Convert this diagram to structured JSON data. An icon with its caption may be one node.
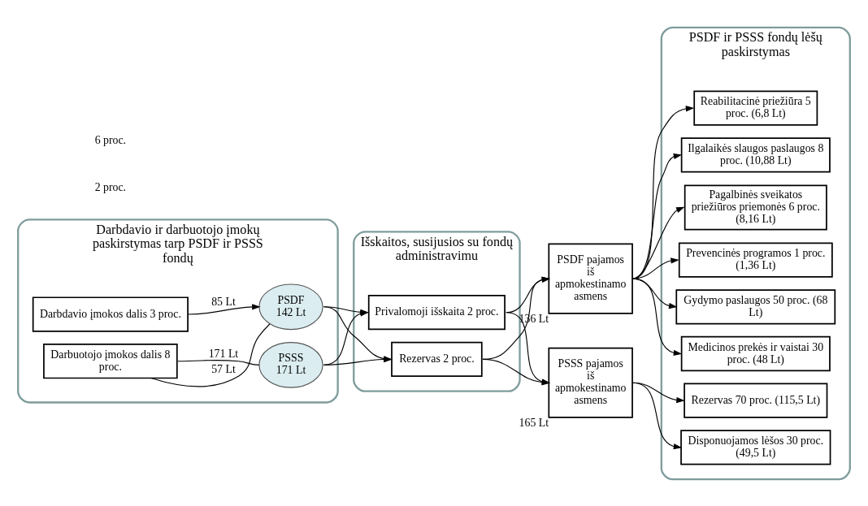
{
  "diagram": {
    "nodes": [
      {
        "text": [
          "Darbdavio ir darbuotojo įmokų paskirstymas tarp PSDF ir PSSS fondų"
        ]
      },
      {
        "text": [
          "Darbdavio įmokos dalis 3 proc."
        ],
        "in": 0
      },
      {
        "text": [
          "PSDF",
          "142 Lt"
        ],
        "in": 0
      },
      {
        "text": [
          "Darbuotojo įmokos dalis 8 proc."
        ],
        "in": 0
      },
      {
        "text": [
          "PSSS",
          "171 Lt"
        ],
        "in": 0
      },
      {
        "text": [
          "Išskaitos, susijusios su fondų administravimu"
        ]
      },
      {
        "text": [
          "Privalomoji išskaita 2 proc."
        ],
        "in": 5
      },
      {
        "text": [
          "Rezervas 2 proc."
        ],
        "in": 5
      },
      {
        "text": [
          "PSDF pajamos iš apmokestinamo asmens"
        ],
        "beside": [
          "136 Lt"
        ]
      },
      {
        "text": [
          "PSSS pajamos iš apmokestinamo asmens"
        ],
        "beside": [
          "165 Lt"
        ]
      },
      {
        "text": [
          "PSDF ir PSSS fondų lėšų paskirstymas"
        ]
      },
      {
        "text": [
          "Gydymo paslaugos 50 proc. (68 Lt)"
        ],
        "in": 10
      },
      {
        "text": [
          "Medicinos prekės ir vaistai 30 proc. (48 Lt)"
        ],
        "in": 10
      },
      {
        "text": [
          "Reabilitacinė priežiūra 5 proc. (6,8 Lt)"
        ],
        "in": 10
      },
      {
        "text": [
          "Ilgalaikės slaugos paslaugos 8 proc. (10,88 Lt)"
        ],
        "in": 10
      },
      {
        "text": [
          "Pagalbinės sveikatos priežiūros priemonės 6 proc. (8,16 Lt)"
        ],
        "in": 10
      },
      {
        "text": [
          "Prevencinės programos 1 proc. (1,36 Lt)"
        ],
        "in": 10
      },
      {
        "text": [
          "Rezervas 70 proc. (115,5 Lt)"
        ],
        "in": 10
      },
      {
        "text": [
          "Disponuojamos lėšos 30 proc. (49,5 Lt)"
        ],
        "in": 10
      }
    ],
    "edges": [
      {
        "from": 1,
        "to": 2,
        "arrow": "to",
        "label": "85 Lt"
      },
      {
        "from": 2,
        "to": 3,
        "arrow": "none",
        "label": "57 Lt"
      },
      {
        "from": 3,
        "to": 4,
        "arrow": "none",
        "label": "171 Lt"
      },
      {
        "from": 2,
        "to": 6,
        "arrow": "to"
      },
      {
        "from": 2,
        "to": 7,
        "arrow": "to"
      },
      {
        "from": 4,
        "to": 6,
        "arrow": "to"
      },
      {
        "from": 4,
        "to": 7,
        "arrow": "to"
      },
      {
        "from": 6,
        "to": 8,
        "arrow": "to"
      },
      {
        "from": 7,
        "to": 8,
        "arrow": "to"
      },
      {
        "from": 6,
        "to": 9,
        "arrow": "to"
      },
      {
        "from": 7,
        "to": 9,
        "arrow": "to"
      },
      {
        "from": 8,
        "to": 11,
        "arrow": "to"
      },
      {
        "from": 8,
        "to": 12,
        "arrow": "to"
      },
      {
        "from": 8,
        "to": 13,
        "arrow": "to"
      },
      {
        "from": 8,
        "to": 14,
        "arrow": "to"
      },
      {
        "from": 8,
        "to": 15,
        "arrow": "to"
      },
      {
        "from": 8,
        "to": 16,
        "arrow": "to"
      },
      {
        "from": 9,
        "to": 17,
        "arrow": "to"
      },
      {
        "from": 9,
        "to": 18,
        "arrow": "to"
      }
    ],
    "labels": [
      "2 proc.",
      "6 proc."
    ]
  }
}
